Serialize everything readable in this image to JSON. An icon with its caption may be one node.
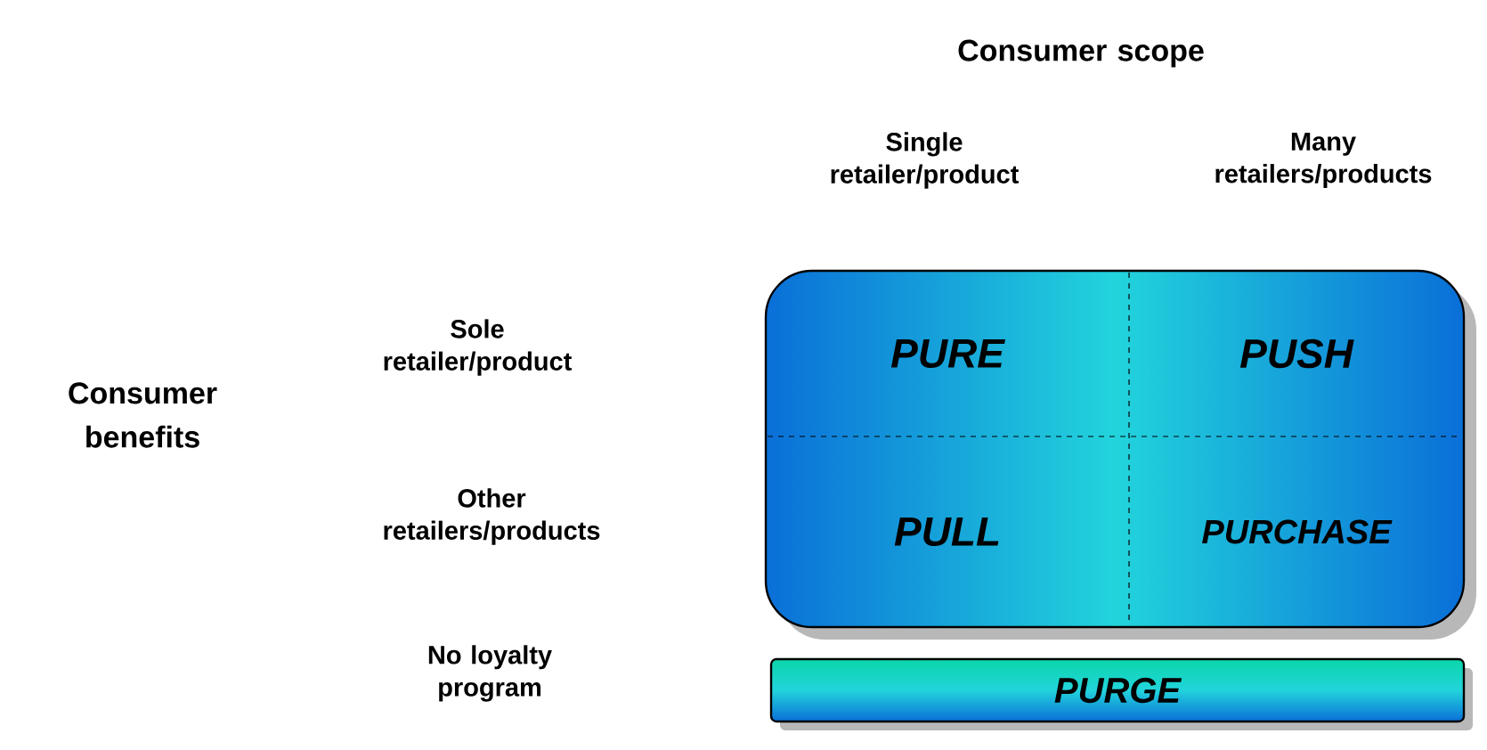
{
  "diagram": {
    "nodes": [
      {
        "text": [],
        "shape": "box"
      },
      {
        "text": [
          "PURE"
        ],
        "in": 0
      },
      {
        "text": [
          "PUSH"
        ],
        "in": 0
      },
      {
        "text": [
          "PULL"
        ],
        "in": 0
      },
      {
        "text": [
          "PURCHASE"
        ],
        "in": 0
      },
      {
        "text": [
          "PURGE"
        ]
      }
    ],
    "labels": [
      "Consumer scope",
      "Single retailer/product",
      "Many retailers/products",
      "Consumer benefits",
      "Sole retailer/product",
      "Other retailers/products",
      "No loyalty program"
    ]
  }
}
